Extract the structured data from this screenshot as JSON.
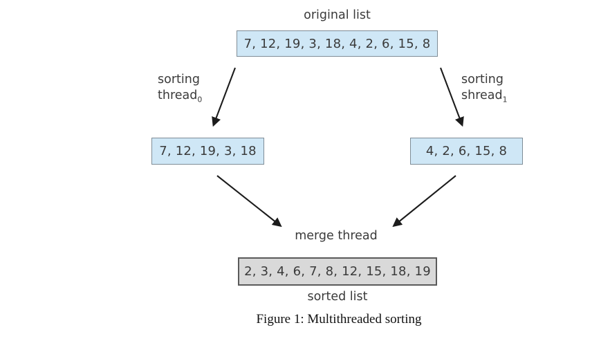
{
  "figure": {
    "caption": "Figure 1: Multithreaded sorting"
  },
  "labels": {
    "original_list": "original list",
    "left_thread": {
      "line1": "sorting",
      "line2_base": "thread",
      "line2_sub": "0"
    },
    "right_thread": {
      "line1": "sorting",
      "line2_base": "shread",
      "line2_sub": "1"
    },
    "merge_thread": "merge thread",
    "sorted_list": "sorted list"
  },
  "boxes": {
    "original": "7, 12, 19, 3, 18, 4, 2, 6, 15, 8",
    "left_sublist": "7, 12, 19, 3, 18",
    "right_sublist": "4, 2, 6, 15, 8",
    "sorted": "2, 3, 4, 6, 7, 8, 12, 15, 18, 19"
  },
  "arrows": [
    {
      "name": "arrow-original-to-left-sublist"
    },
    {
      "name": "arrow-original-to-right-sublist"
    },
    {
      "name": "arrow-left-sublist-to-merge"
    },
    {
      "name": "arrow-right-sublist-to-merge"
    }
  ],
  "colors": {
    "list_box_fill": "#cfe7f6",
    "list_box_border": "#7e8c96",
    "sorted_box_fill": "#d9d9d9",
    "sorted_box_border": "#5a5a5a",
    "arrow": "#1c1c1c",
    "text": "#3a3a3a"
  }
}
